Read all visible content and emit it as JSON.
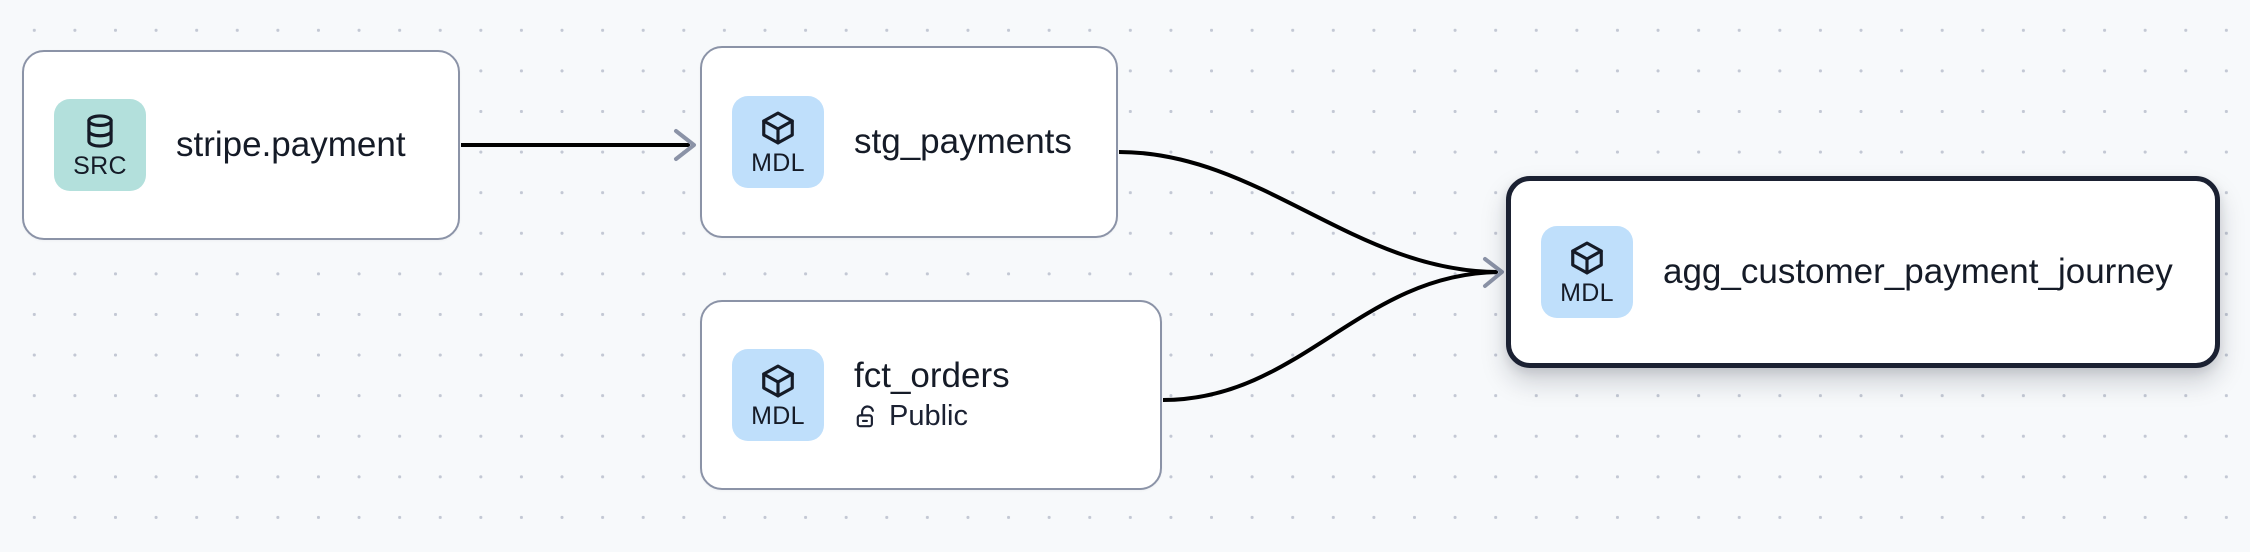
{
  "graph": {
    "title": "data lineage graph",
    "background_color": "#f7f9fb",
    "dot_color": "#c3c8d4",
    "edge_color": "#000000",
    "selected_border_color": "#1b2132",
    "node_border_color": "#8b93a7",
    "badge_colors": {
      "src": "#b3e0dc",
      "mdl": "#bfdffb"
    },
    "nodes": [
      {
        "id": "stripe-payment",
        "title": "stripe.payment",
        "badge_label": "SRC",
        "badge_type": "src",
        "badge_icon": "database-icon",
        "subtitle": "",
        "subtitle_icon": "",
        "selected": false
      },
      {
        "id": "stg-payments",
        "title": "stg_payments",
        "badge_label": "MDL",
        "badge_type": "mdl",
        "badge_icon": "cube-icon",
        "subtitle": "",
        "subtitle_icon": "",
        "selected": false
      },
      {
        "id": "fct-orders",
        "title": "fct_orders",
        "badge_label": "MDL",
        "badge_type": "mdl",
        "badge_icon": "cube-icon",
        "subtitle": "Public",
        "subtitle_icon": "unlock-icon",
        "selected": false
      },
      {
        "id": "agg-customer-payment-journey",
        "title": "agg_customer_payment_journey",
        "badge_label": "MDL",
        "badge_type": "mdl",
        "badge_icon": "cube-icon",
        "subtitle": "",
        "subtitle_icon": "",
        "selected": true
      }
    ],
    "edges": [
      {
        "from": "stripe-payment",
        "to": "stg-payments"
      },
      {
        "from": "stg-payments",
        "to": "agg-customer-payment-journey"
      },
      {
        "from": "fct-orders",
        "to": "agg-customer-payment-journey"
      }
    ]
  }
}
